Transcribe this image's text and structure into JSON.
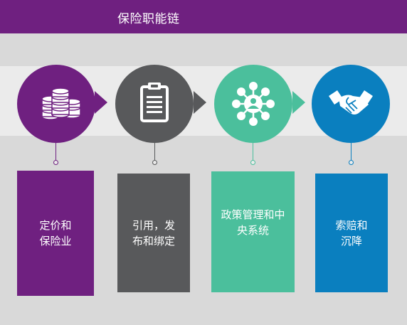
{
  "header": {
    "title": "保险职能链"
  },
  "steps": [
    {
      "icon": "coins-icon",
      "label": "定价和\n保险业",
      "color": "#6f2080"
    },
    {
      "icon": "clipboard-icon",
      "label": "引用，发\n布和绑定",
      "color": "#58595b"
    },
    {
      "icon": "network-icon",
      "label": "政策管理和中\n央系统",
      "color": "#4bbf9c"
    },
    {
      "icon": "handshake-icon",
      "label": "索赔和\n沉降",
      "color": "#0a7fbf"
    }
  ]
}
